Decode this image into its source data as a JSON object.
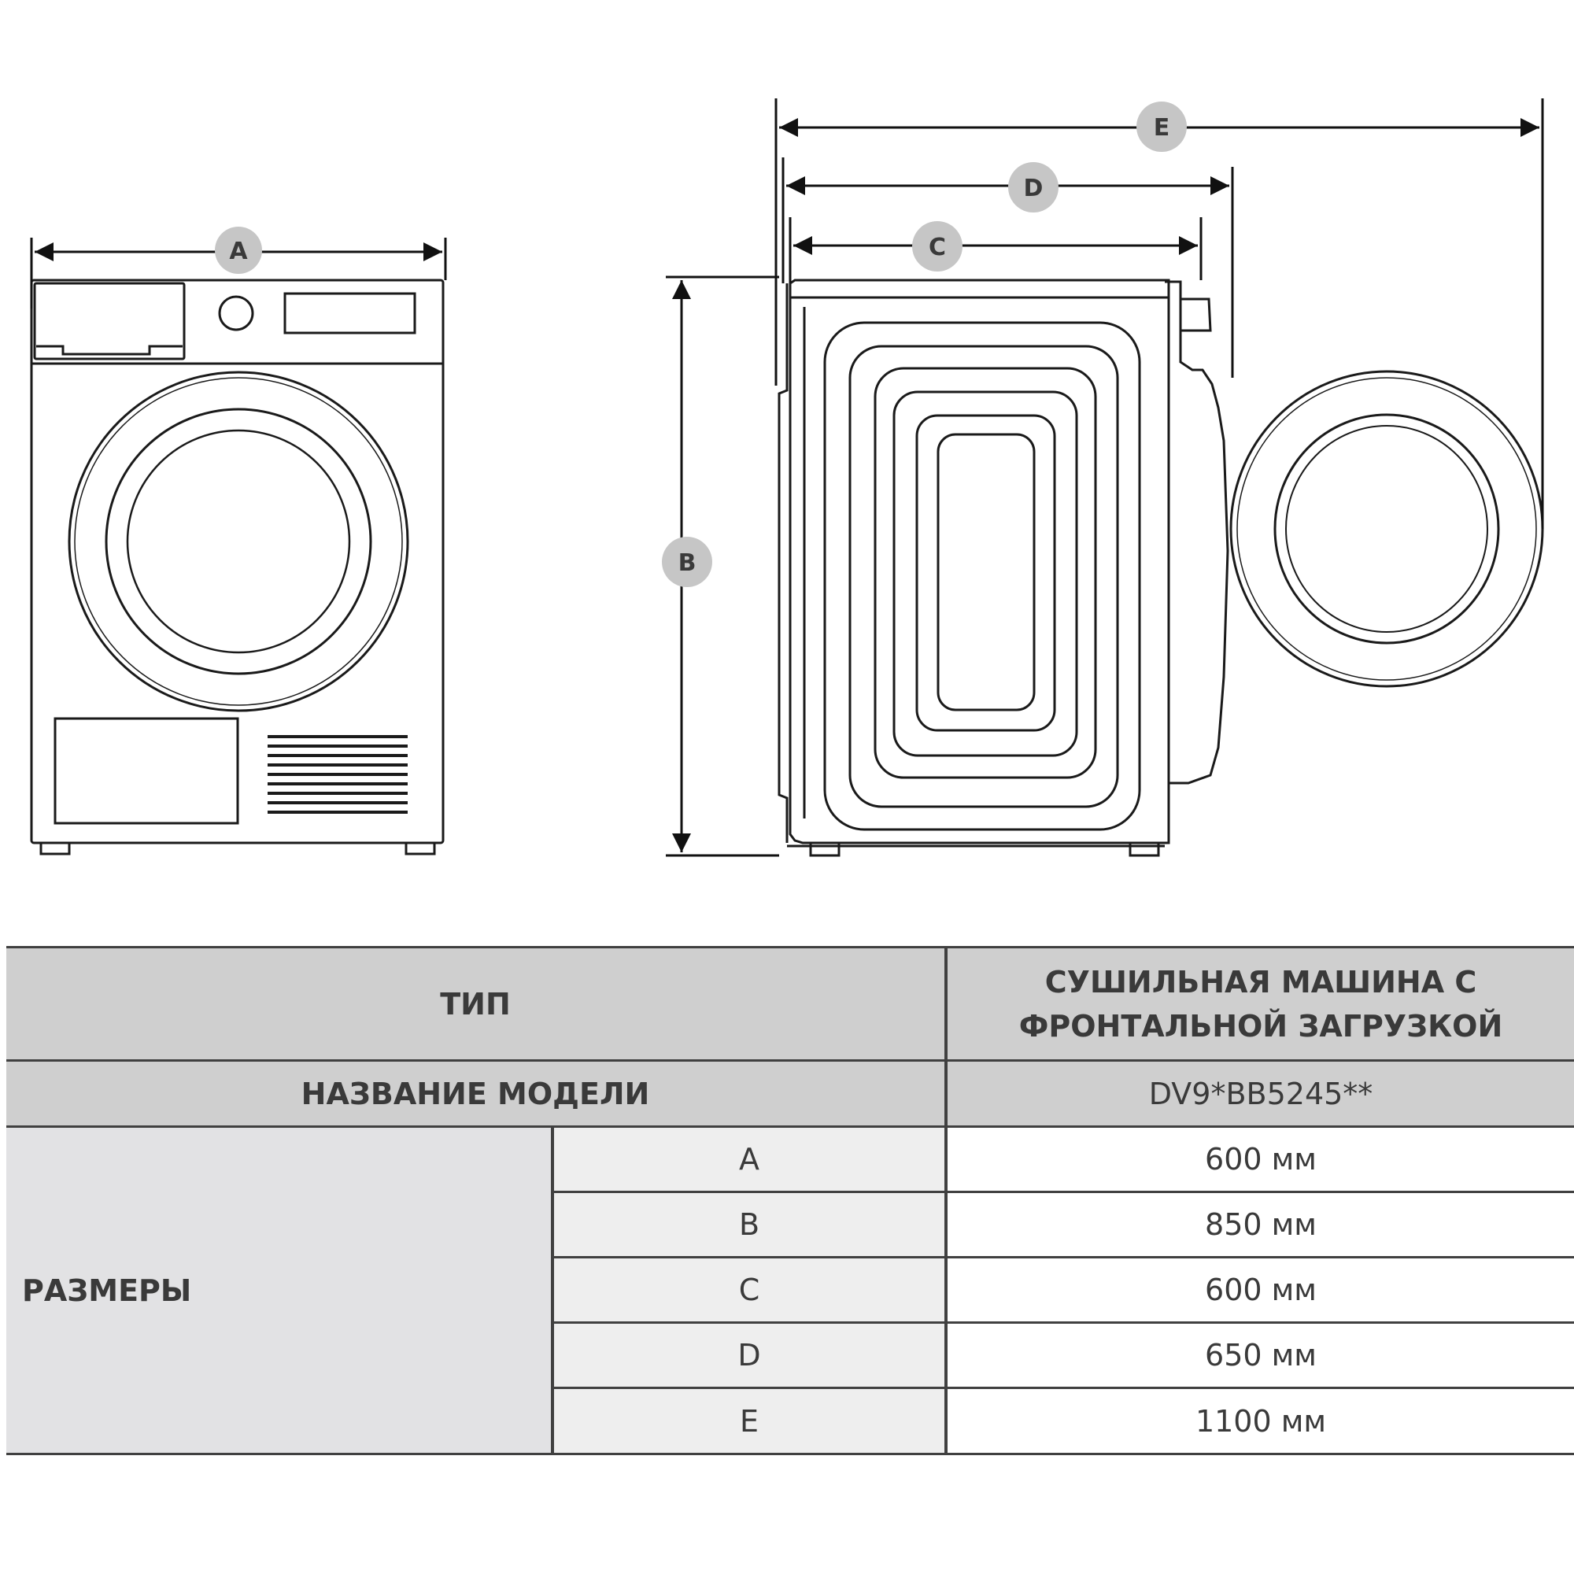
{
  "dimension_labels": {
    "a": "A",
    "b": "B",
    "c": "C",
    "d": "D",
    "e": "E"
  },
  "table": {
    "type_label": "ТИП",
    "type_value_line1": "СУШИЛЬНАЯ МАШИНА С",
    "type_value_line2": "ФРОНТАЛЬНОЙ ЗАГРУЗКОЙ",
    "model_label": "НАЗВАНИЕ МОДЕЛИ",
    "model_value": "DV9*BB5245**",
    "dimensions_label": "РАЗМЕРЫ",
    "rows": [
      {
        "key": "A",
        "value": "600 мм"
      },
      {
        "key": "B",
        "value": "850 мм"
      },
      {
        "key": "C",
        "value": "600 мм"
      },
      {
        "key": "D",
        "value": "650 мм"
      },
      {
        "key": "E",
        "value": "1100 мм"
      }
    ]
  }
}
